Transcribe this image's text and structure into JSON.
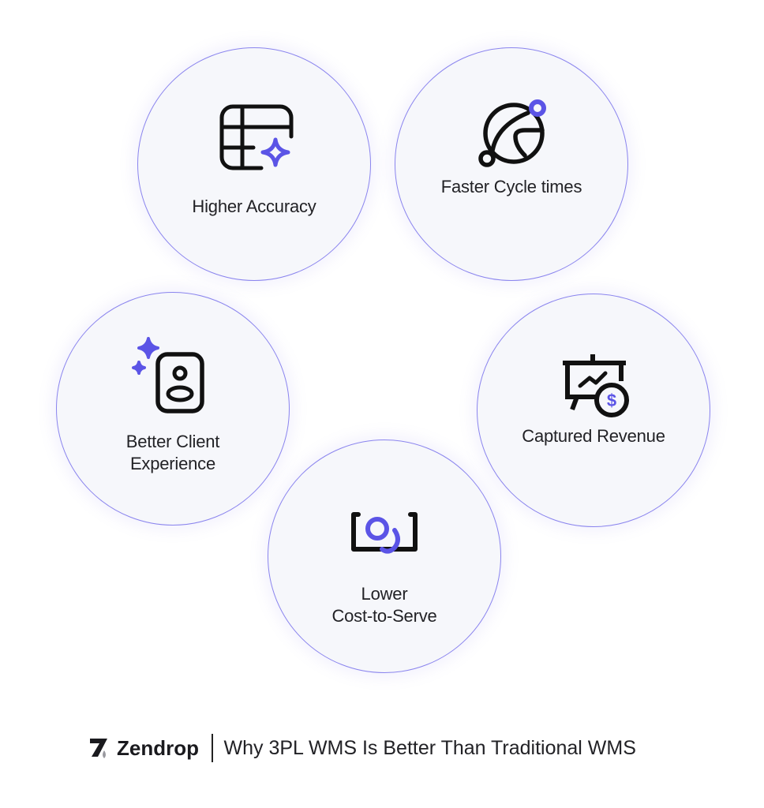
{
  "colors": {
    "accent": "#5b54e6",
    "ink": "#111111",
    "circle_fill": "#f6f7fb",
    "circle_border": "#8a84ee"
  },
  "benefits": [
    {
      "label": "Higher Accuracy",
      "icon": "table-sparkle-icon"
    },
    {
      "label": "Faster Cycle times",
      "icon": "orbit-globe-icon"
    },
    {
      "label_line1": "Better Client",
      "label_line2": "Experience",
      "icon": "client-badge-sparkle-icon"
    },
    {
      "label": "Captured Revenue",
      "icon": "presentation-dollar-icon"
    },
    {
      "label_line1": "Lower",
      "label_line2": "Cost-to-Serve",
      "icon": "bracket-coins-icon"
    }
  ],
  "footer": {
    "brand": "Zendrop",
    "title": "Why 3PL WMS Is Better Than Traditional WMS"
  }
}
